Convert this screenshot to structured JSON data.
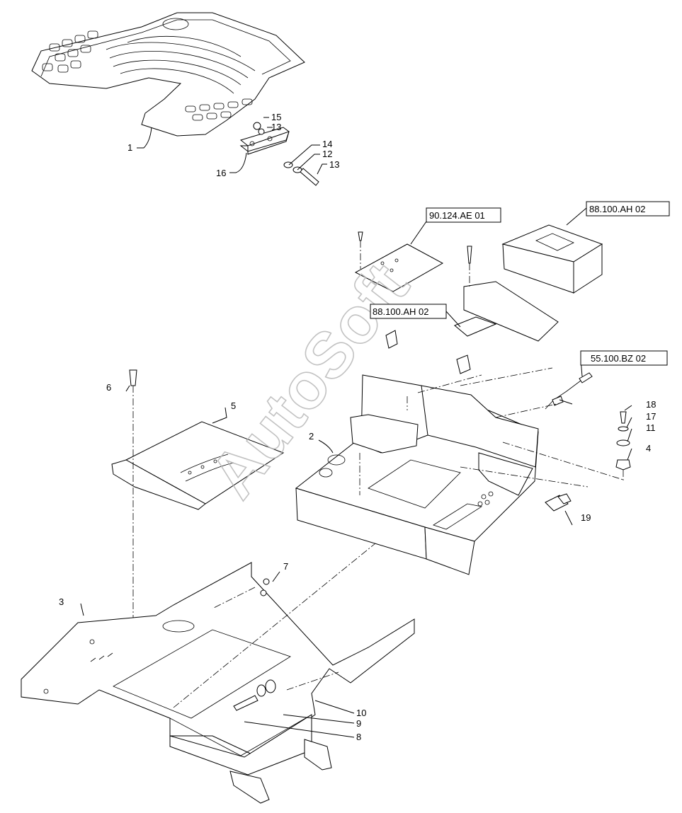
{
  "watermark": "AutoSoft",
  "part_labels": [
    "1",
    "2",
    "3",
    "4",
    "5",
    "6",
    "7",
    "8",
    "9",
    "10",
    "11",
    "12",
    "13",
    "13",
    "14",
    "15",
    "16",
    "17",
    "18",
    "19"
  ],
  "references": {
    "ref_90124": "90.124.AE 01",
    "ref_88100_top": "88.100.AH 02",
    "ref_88100_mid": "88.100.AH 02",
    "ref_55100": "55.100.BZ 02"
  },
  "colors": {
    "line": "#000000",
    "watermark": "#b8b8b8",
    "background": "#ffffff"
  }
}
